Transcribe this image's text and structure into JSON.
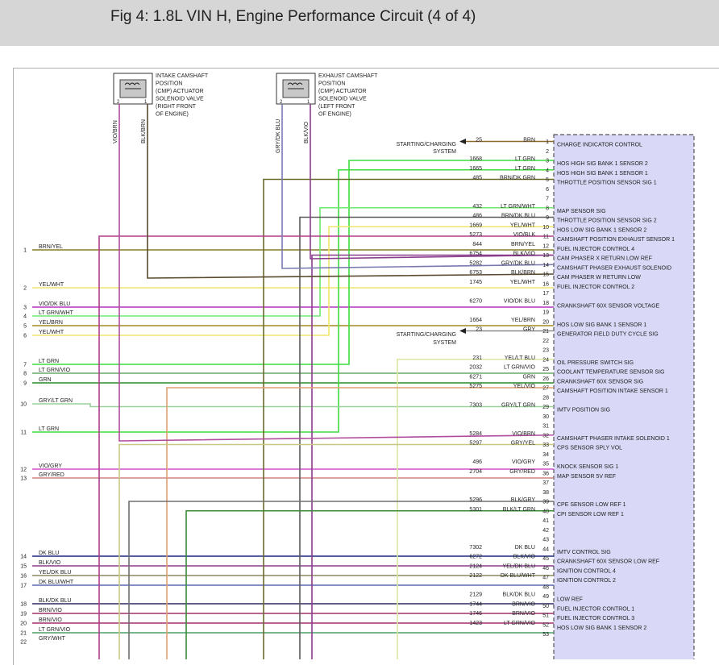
{
  "title": "Fig 4: 1.8L VIN H, Engine Performance Circuit (4 of 4)",
  "components": [
    {
      "id": "intake",
      "lines": [
        "INTAKE CAMSHAFT",
        "POSITION",
        "(CMP) ACTUATOR",
        "SOLENOID VALVE",
        "(RIGHT FRONT",
        "OF ENGINE)"
      ],
      "pins": [
        "2",
        "1"
      ],
      "wires": [
        "VIO/BRN",
        "BLK/BRN"
      ]
    },
    {
      "id": "exhaust",
      "lines": [
        "EXHAUST CAMSHAFT",
        "POSITION",
        "(CMP) ACTUATOR",
        "SOLENOID VALVE",
        "(LEFT FRONT",
        "OF ENGINE)"
      ],
      "pins": [
        "2",
        "1"
      ],
      "wires": [
        "GRY/DK BLU",
        "BLK/VIO"
      ]
    }
  ],
  "starting_charging": [
    "STARTING/CHARGING",
    "SYSTEM"
  ],
  "ecm_pins": [
    {
      "pin": "1",
      "circuit": "25",
      "color": "BRN",
      "signal": "CHARGE INDICATOR CONTROL",
      "hex": "#8b6a2e"
    },
    {
      "pin": "2",
      "circuit": "",
      "color": "",
      "signal": "",
      "hex": ""
    },
    {
      "pin": "3",
      "circuit": "1668",
      "color": "LT GRN",
      "signal": "HOS HIGH SIG BANK 1 SENSOR 2",
      "hex": "#3ddc3d"
    },
    {
      "pin": "4",
      "circuit": "1665",
      "color": "LT GRN",
      "signal": "HOS HIGH SIG BANK 1 SENSOR 1",
      "hex": "#3ddc3d"
    },
    {
      "pin": "5",
      "circuit": "485",
      "color": "BRN/DK GRN",
      "signal": "THROTTLE POSITION SENSOR SIG 1",
      "hex": "#6b6a2e"
    },
    {
      "pin": "6",
      "circuit": "",
      "color": "",
      "signal": "",
      "hex": ""
    },
    {
      "pin": "7",
      "circuit": "",
      "color": "",
      "signal": "",
      "hex": ""
    },
    {
      "pin": "8",
      "circuit": "432",
      "color": "LT GRN/WHT",
      "signal": "MAP SENSOR SIG",
      "hex": "#6ee86e"
    },
    {
      "pin": "9",
      "circuit": "486",
      "color": "BRN/DK BLU",
      "signal": "THROTTLE POSITION SENSOR SIG 2",
      "hex": "#5e5a5a"
    },
    {
      "pin": "10",
      "circuit": "1669",
      "color": "YEL/WHT",
      "signal": "HOS LOW SIG BANK 1 SENSOR 2",
      "hex": "#f0e46a"
    },
    {
      "pin": "11",
      "circuit": "5273",
      "color": "VIO/BLK",
      "signal": "CAMSHAFT POSITION EXHAUST SENSOR 1",
      "hex": "#b03c8c"
    },
    {
      "pin": "12",
      "circuit": "844",
      "color": "BRN/YEL",
      "signal": "FUEL INJECTOR CONTROL 4",
      "hex": "#8a7a20"
    },
    {
      "pin": "13",
      "circuit": "6754",
      "color": "BLK/VIO",
      "signal": "CAM PHASER X RETURN LOW REF",
      "hex": "#8a3c8c"
    },
    {
      "pin": "14",
      "circuit": "5282",
      "color": "GRY/DK BLU",
      "signal": "CAMSHAFT PHASER EXHAUST SOLENOID",
      "hex": "#7a7ab0"
    },
    {
      "pin": "15",
      "circuit": "6753",
      "color": "BLK/BRN",
      "signal": "CAM PHASER W RETURN LOW",
      "hex": "#5a4a2e"
    },
    {
      "pin": "16",
      "circuit": "1745",
      "color": "YEL/WHT",
      "signal": "FUEL INJECTOR CONTROL 2",
      "hex": "#f0e46a"
    },
    {
      "pin": "17",
      "circuit": "",
      "color": "",
      "signal": "",
      "hex": ""
    },
    {
      "pin": "18",
      "circuit": "6270",
      "color": "VIO/DK BLU",
      "signal": "CRANKSHAFT 60X SENSOR VOLTAGE",
      "hex": "#b035c0"
    },
    {
      "pin": "19",
      "circuit": "",
      "color": "",
      "signal": "",
      "hex": ""
    },
    {
      "pin": "20",
      "circuit": "1664",
      "color": "YEL/BRN",
      "signal": "HOS LOW SIG BANK 1 SENSOR 1",
      "hex": "#a08a20"
    },
    {
      "pin": "21",
      "circuit": "23",
      "color": "GRY",
      "signal": "GENERATOR FIELD DUTY CYCLE SIG",
      "hex": "#8a8a8a"
    },
    {
      "pin": "22",
      "circuit": "",
      "color": "",
      "signal": "",
      "hex": ""
    },
    {
      "pin": "23",
      "circuit": "",
      "color": "",
      "signal": "",
      "hex": ""
    },
    {
      "pin": "24",
      "circuit": "231",
      "color": "YEL/LT BLU",
      "signal": "OIL PRESSURE SWITCH SIG",
      "hex": "#d8e8a0"
    },
    {
      "pin": "25",
      "circuit": "2032",
      "color": "LT GRN/VIO",
      "signal": "COOLANT TEMPERATURE SENSOR SIG",
      "hex": "#6aa86a"
    },
    {
      "pin": "26",
      "circuit": "6271",
      "color": "GRN",
      "signal": "CRANKSHAFT 60X SENSOR SIG",
      "hex": "#2a8a2a"
    },
    {
      "pin": "27",
      "circuit": "5275",
      "color": "YEL/VIO",
      "signal": "CAMSHAFT POSITION INTAKE SENSOR 1",
      "hex": "#e0a070"
    },
    {
      "pin": "28",
      "circuit": "",
      "color": "",
      "signal": "",
      "hex": ""
    },
    {
      "pin": "29",
      "circuit": "7303",
      "color": "GRY/LT GRN",
      "signal": "IMTV POSITION SIG",
      "hex": "#9ad09a"
    },
    {
      "pin": "30",
      "circuit": "",
      "color": "",
      "signal": "",
      "hex": ""
    },
    {
      "pin": "31",
      "circuit": "",
      "color": "",
      "signal": "",
      "hex": ""
    },
    {
      "pin": "32",
      "circuit": "5284",
      "color": "VIO/BRN",
      "signal": "CAMSHAFT PHASER INTAKE SOLENOID 1",
      "hex": "#b04c9c"
    },
    {
      "pin": "33",
      "circuit": "5297",
      "color": "GRY/YEL",
      "signal": "CPS SENSOR SPLY VOL",
      "hex": "#c8c880"
    },
    {
      "pin": "34",
      "circuit": "",
      "color": "",
      "signal": "",
      "hex": ""
    },
    {
      "pin": "35",
      "circuit": "496",
      "color": "VIO/GRY",
      "signal": "KNOCK SENSOR SIG 1",
      "hex": "#d050c8"
    },
    {
      "pin": "36",
      "circuit": "2704",
      "color": "GRY/RED",
      "signal": "MAP SENSOR 5V REF",
      "hex": "#d08080"
    },
    {
      "pin": "37",
      "circuit": "",
      "color": "",
      "signal": "",
      "hex": ""
    },
    {
      "pin": "38",
      "circuit": "",
      "color": "",
      "signal": "",
      "hex": ""
    },
    {
      "pin": "39",
      "circuit": "5296",
      "color": "BLK/GRY",
      "signal": "CPE SENSOR LOW REF 1",
      "hex": "#707070"
    },
    {
      "pin": "40",
      "circuit": "5301",
      "color": "BLK/LT GRN",
      "signal": "CPI SENSOR LOW REF 1",
      "hex": "#3a8a3a"
    },
    {
      "pin": "41",
      "circuit": "",
      "color": "",
      "signal": "",
      "hex": ""
    },
    {
      "pin": "42",
      "circuit": "",
      "color": "",
      "signal": "",
      "hex": ""
    },
    {
      "pin": "43",
      "circuit": "",
      "color": "",
      "signal": "",
      "hex": ""
    },
    {
      "pin": "44",
      "circuit": "7302",
      "color": "DK BLU",
      "signal": "IMTV CONTROL SIG",
      "hex": "#1a2a80"
    },
    {
      "pin": "45",
      "circuit": "6272",
      "color": "BLK/VIO",
      "signal": "CRANKSHAFT 60X SENSOR LOW REF",
      "hex": "#8a3c8c"
    },
    {
      "pin": "46",
      "circuit": "2124",
      "color": "YEL/DK BLU",
      "signal": "IGNITION CONTROL 4",
      "hex": "#8a8a60"
    },
    {
      "pin": "47",
      "circuit": "2122",
      "color": "DK BLU/WHT",
      "signal": "IGNITION CONTROL 2",
      "hex": "#5a6ab0"
    },
    {
      "pin": "48",
      "circuit": "",
      "color": "",
      "signal": "",
      "hex": ""
    },
    {
      "pin": "49",
      "circuit": "2129",
      "color": "BLK/DK BLU",
      "signal": "LOW REF",
      "hex": "#2a2a60"
    },
    {
      "pin": "50",
      "circuit": "1744",
      "color": "BRN/VIO",
      "signal": "FUEL INJECTOR CONTROL 1",
      "hex": "#a0306a"
    },
    {
      "pin": "51",
      "circuit": "1746",
      "color": "BRN/VIO",
      "signal": "FUEL INJECTOR CONTROL 3",
      "hex": "#a0306a"
    },
    {
      "pin": "52",
      "circuit": "1423",
      "color": "LT GRN/VIO",
      "signal": "HOS LOW SIG BANK 1 SENSOR 2",
      "hex": "#4aa06a"
    },
    {
      "pin": "53",
      "circuit": "",
      "color": "",
      "signal": "",
      "hex": ""
    }
  ],
  "left_conn": [
    {
      "pin": "1",
      "color": "BRN/YEL"
    },
    {
      "pin": "2",
      "color": "YEL/WHT"
    },
    {
      "pin": "3",
      "color": "VIO/DK BLU"
    },
    {
      "pin": "4",
      "color": "LT GRN/WHT"
    },
    {
      "pin": "5",
      "color": "YEL/BRN"
    },
    {
      "pin": "6",
      "color": "YEL/WHT"
    },
    {
      "pin": "7",
      "color": "LT GRN"
    },
    {
      "pin": "8",
      "color": "LT GRN/VIO"
    },
    {
      "pin": "9",
      "color": "GRN"
    },
    {
      "pin": "10",
      "color": "GRY/LT GRN"
    },
    {
      "pin": "11",
      "color": "LT GRN"
    },
    {
      "pin": "12",
      "color": "VIO/GRY"
    },
    {
      "pin": "13",
      "color": "GRY/RED"
    },
    {
      "pin": "14",
      "color": "DK BLU"
    },
    {
      "pin": "15",
      "color": "BLK/VIO"
    },
    {
      "pin": "16",
      "color": "YEL/DK BLU"
    },
    {
      "pin": "17",
      "color": "DK BLU/WHT"
    },
    {
      "pin": "18",
      "color": "BLK/DK BLU"
    },
    {
      "pin": "19",
      "color": "BRN/VIO"
    },
    {
      "pin": "20",
      "color": "BRN/VIO"
    },
    {
      "pin": "21",
      "color": "LT GRN/VIO"
    },
    {
      "pin": "22",
      "color": "GRY/WHT"
    }
  ]
}
